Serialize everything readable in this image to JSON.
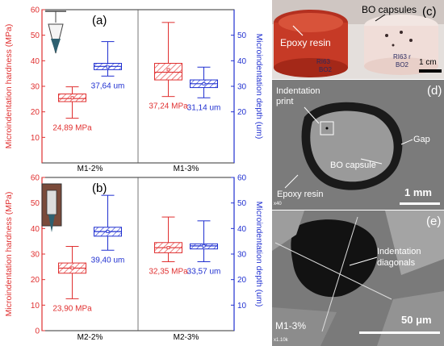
{
  "chart_data": [
    {
      "type": "box",
      "panel_label": "(a)",
      "categories": [
        "M1-2%",
        "M1-3%"
      ],
      "ylabel_left": "Microindentation hardness (MPa)",
      "ylabel_right": "Microindentation depth (um)",
      "ylim_left": [
        0,
        60
      ],
      "ylim_right": [
        0,
        60
      ],
      "yticks_left": [
        10,
        20,
        30,
        40,
        50,
        60
      ],
      "yticks_right": [
        20,
        30,
        40,
        50
      ],
      "series": [
        {
          "name": "hardness",
          "axis": "left",
          "color": "#e03030",
          "boxes": [
            {
              "category": "M1-2%",
              "min": 17.5,
              "q1": 24.0,
              "median": 25.2,
              "mean": 25.5,
              "q3": 27.0,
              "max": 29.8,
              "label": "24,89 MPa"
            },
            {
              "category": "M1-3%",
              "min": 26.0,
              "q1": 32.5,
              "median": 35.5,
              "mean": 36.5,
              "q3": 39.0,
              "max": 55.0,
              "label": "37,24 MPa"
            }
          ]
        },
        {
          "name": "depth",
          "axis": "right",
          "color": "#2030d0",
          "boxes": [
            {
              "category": "M1-2%",
              "min": 34.0,
              "q1": 36.5,
              "median": 37.8,
              "mean": 37.5,
              "q3": 39.0,
              "max": 47.5,
              "label": "37,64 um"
            },
            {
              "category": "M1-3%",
              "min": 25.5,
              "q1": 29.5,
              "median": 31.0,
              "mean": 31.0,
              "q3": 32.5,
              "max": 37.5,
              "label": "31,14 um"
            }
          ]
        }
      ]
    },
    {
      "type": "box",
      "panel_label": "(b)",
      "categories": [
        "M2-2%",
        "M2-3%"
      ],
      "ylabel_left": "Microindentation hardness (MPa)",
      "ylabel_right": "Microindentation depth (um)",
      "ylim_left": [
        0,
        60
      ],
      "ylim_right": [
        0,
        60
      ],
      "yticks_left": [
        0,
        10,
        20,
        30,
        40,
        50,
        60
      ],
      "yticks_right": [
        10,
        20,
        30,
        40,
        50,
        60
      ],
      "series": [
        {
          "name": "hardness",
          "axis": "left",
          "color": "#e03030",
          "boxes": [
            {
              "category": "M2-2%",
              "min": 12.5,
              "q1": 22.5,
              "median": 24.5,
              "mean": 24.5,
              "q3": 26.5,
              "max": 33.0,
              "label": "23,90 MPa"
            },
            {
              "category": "M2-3%",
              "min": 27.0,
              "q1": 30.5,
              "median": 32.5,
              "mean": 32.5,
              "q3": 34.5,
              "max": 44.5,
              "label": "32,35 MPa"
            }
          ]
        },
        {
          "name": "depth",
          "axis": "right",
          "color": "#2030d0",
          "boxes": [
            {
              "category": "M2-2%",
              "min": 31.5,
              "q1": 37.0,
              "median": 38.8,
              "mean": 38.8,
              "q3": 40.5,
              "max": 53.0,
              "label": "39,40 um"
            },
            {
              "category": "M2-3%",
              "min": 27.0,
              "q1": 32.0,
              "median": 33.2,
              "mean": 33.2,
              "q3": 34.0,
              "max": 43.0,
              "label": "33,57 um"
            }
          ]
        }
      ]
    }
  ],
  "photos": {
    "c": {
      "label": "(c)",
      "texts": [
        "BO capsules",
        "Epoxy resin"
      ],
      "scale": "1 cm",
      "sample_marks": [
        "RI63",
        "BO2",
        "RI63 r",
        "BO2"
      ]
    },
    "d": {
      "label": "(d)",
      "texts": [
        "Indentation print",
        "Gap",
        "BO capsule",
        "Epoxy resin"
      ],
      "scale": "1 mm",
      "mag": "x40"
    },
    "e": {
      "label": "(e)",
      "texts": [
        "Indentation diagonals",
        "M1-3%"
      ],
      "scale": "50 μm",
      "mag": "x1.10k"
    }
  }
}
